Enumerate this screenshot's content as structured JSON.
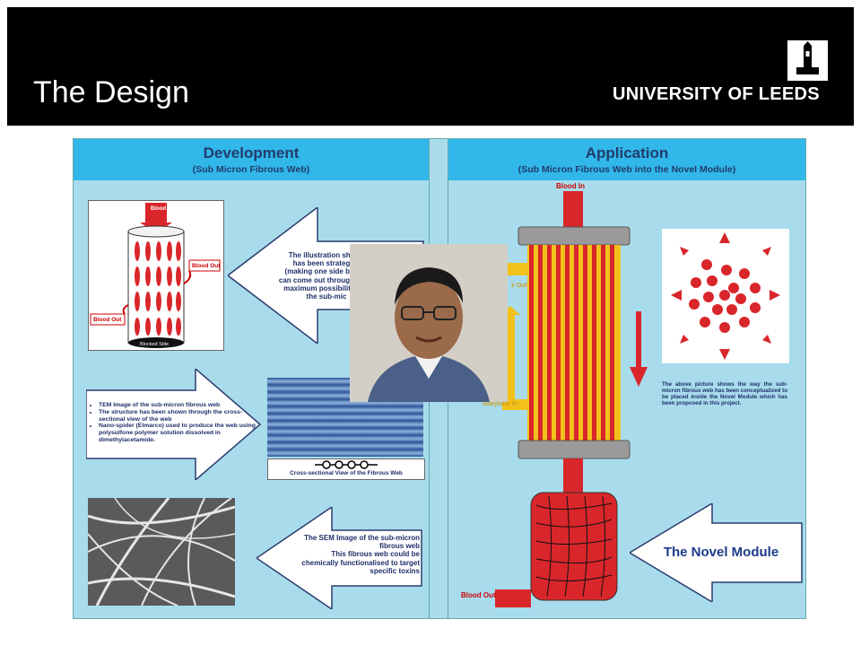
{
  "header": {
    "title": "The Design",
    "university": "UNIVERSITY OF LEEDS"
  },
  "poster": {
    "development": {
      "title": "Development",
      "subtitle": "(Sub Micron Fibrous Web)",
      "blood_in": "Blood In",
      "blood_out_right": "Blood Out",
      "blood_out_left": "Blood Out",
      "blocked_side": "Blocked Side",
      "illustration_text": [
        "The illustration shows",
        "has been strategica",
        "(making one side blocke",
        "can come out throughout th",
        "maximum possibilities of",
        "the sub-mic"
      ],
      "tem_bullets": [
        "TEM Image of the sub-micron fibrous web",
        "The structure has been shown through the cross-sectional view of the web",
        "Nano-spider (Elmarco) used to produce the web using polysulfone polymer solution dissolved in dimethylacetamide."
      ],
      "cross_section_caption": "Cross-sectional View of the Fibrous Web",
      "sem_text": [
        "The SEM Image of the sub-micron",
        "fibrous web",
        "This fibrous web could be",
        "chemically functionalised to target",
        "specific toxins"
      ]
    },
    "application": {
      "title": "Application",
      "subtitle": "(Sub Micron Fibrous Web into the Novel Module)",
      "blood_in": "Blood In",
      "blood_out": "Blood Out",
      "dialysate_out": "e Out",
      "dialysate_in": "Dialysate In",
      "description": "The above picture shows the way the sub-micron fibrous web has been conceptualized to be placed inside the Novel Module which has been proposed in this project.",
      "novel_module": "The Novel Module"
    }
  },
  "colors": {
    "header_bg": "#000000",
    "panel_head": "#31b7ea",
    "poster_bg": "#a8dcec",
    "blood_red": "#d9262a",
    "title_navy": "#203c6c"
  }
}
